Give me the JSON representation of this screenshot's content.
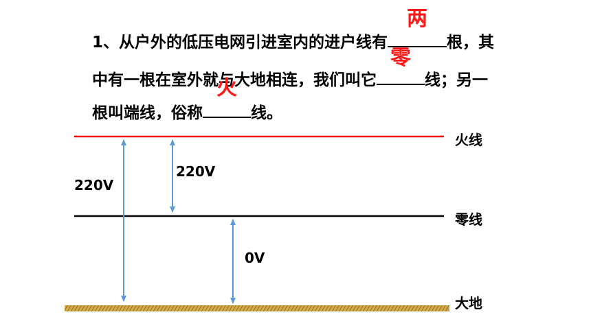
{
  "question": {
    "line1_prefix": "1、从户外的低压电网引进室内的进户线有",
    "answer1": "两",
    "line1_suffix": "根，其",
    "line2_prefix": "中有一根在室外就与大地相连，我们叫它",
    "answer2": "零",
    "line2_suffix": "线；另一",
    "line3_prefix": "根叫端线，俗称",
    "answer3": "火",
    "line3_suffix": "线。"
  },
  "diagram": {
    "live_wire_label": "火线",
    "neutral_wire_label": "零线",
    "ground_label": "大地",
    "voltage_live_ground": "220V",
    "voltage_live_neutral": "220V",
    "voltage_neutral_ground": "0V",
    "colors": {
      "live_wire": "#ff0000",
      "neutral_wire": "#000000",
      "arrow": "#5b9bd5",
      "ground_fill": "#d4a94a",
      "answer_text": "#ff1a1a"
    }
  }
}
